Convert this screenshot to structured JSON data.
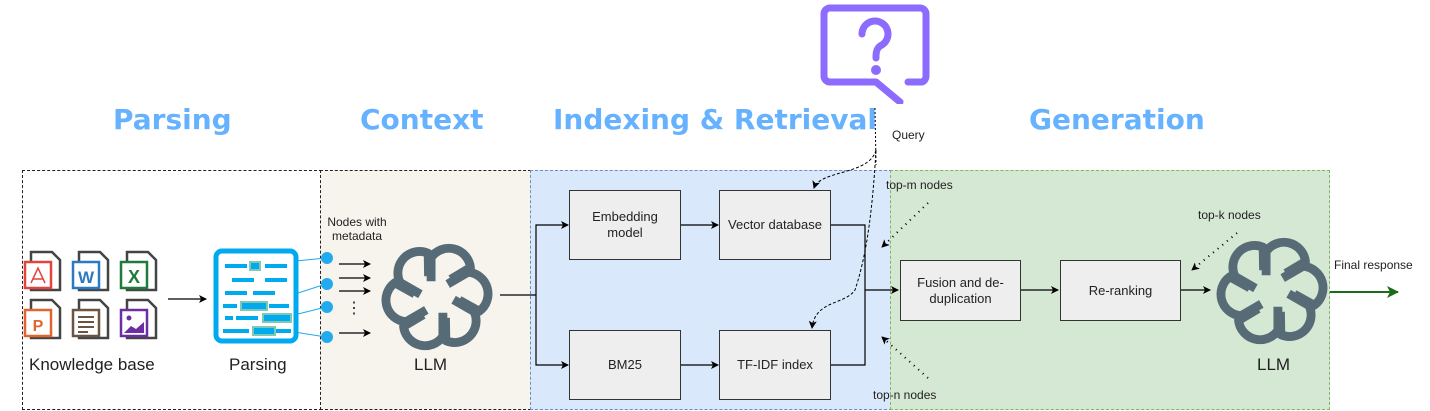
{
  "sections": {
    "parsing": "Parsing",
    "context": "Context",
    "indexing": "Indexing & Retrieval",
    "generation": "Generation"
  },
  "colors": {
    "section_title": "#66b2ff",
    "context_bg": "#f7f4ed",
    "indexing_bg": "#dae8fc",
    "indexing_border": "#6c8ebf",
    "generation_bg": "#d5e8d4",
    "generation_border": "#82b366",
    "llm_icon": "#576b77",
    "query_icon": "#8c6cff",
    "parsing_icon": "#00aaee",
    "final_arrow": "#1a6b1a"
  },
  "parsing": {
    "knowledge_base_label": "Knowledge base",
    "file_icons": [
      "pdf-file",
      "word-file",
      "excel-file",
      "powerpoint-file",
      "text-file",
      "image-file"
    ],
    "parsing_label": "Parsing"
  },
  "context": {
    "nodes_label": "Nodes with metadata",
    "ellipsis": "⋮",
    "llm_label": "LLM"
  },
  "indexing": {
    "embedding_model": "Embedding model",
    "vector_database": "Vector database",
    "bm25": "BM25",
    "tfidf_index": "TF-IDF index"
  },
  "query": {
    "label": "Query"
  },
  "generation": {
    "top_m": "top-m nodes",
    "top_n": "top-n nodes",
    "top_k": "top-k nodes",
    "fusion": "Fusion and de-duplication",
    "reranking": "Re-ranking",
    "llm_label": "LLM",
    "final_response": "Final response"
  }
}
